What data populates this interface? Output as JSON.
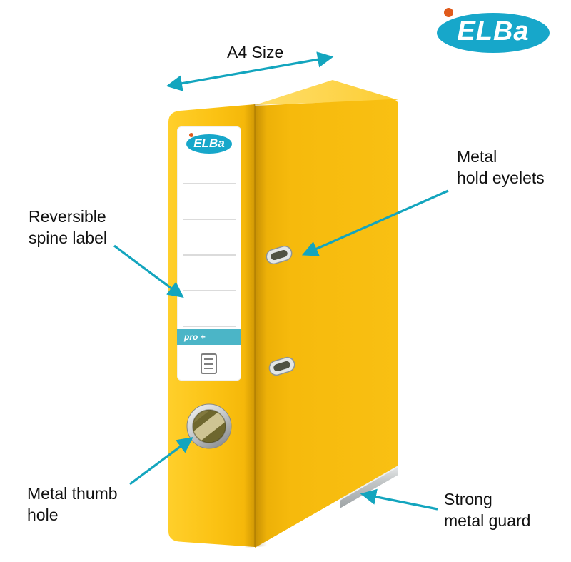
{
  "colors": {
    "accent_teal": "#13A5BE",
    "text_black": "#111111",
    "logo_teal": "#17A7CA",
    "logo_dot_orange": "#E05A1B",
    "label_band_teal": "#4BB5C7",
    "binder_yellow": "#FAC013",
    "metal_gray": "#C3C7C8"
  },
  "brand_logo": {
    "text": "ELBa"
  },
  "binder": {
    "spine_logo_text": "ELBa",
    "spine_band_text": "pro +"
  },
  "annotations": {
    "a4_size": {
      "lines": [
        "A4 Size"
      ]
    },
    "metal_eyelets": {
      "lines": [
        "Metal",
        "hold eyelets"
      ]
    },
    "spine_label": {
      "lines": [
        "Reversible",
        "spine label"
      ]
    },
    "thumb_hole": {
      "lines": [
        "Metal thumb",
        "hole"
      ]
    },
    "metal_guard": {
      "lines": [
        "Strong",
        "metal guard"
      ]
    }
  }
}
